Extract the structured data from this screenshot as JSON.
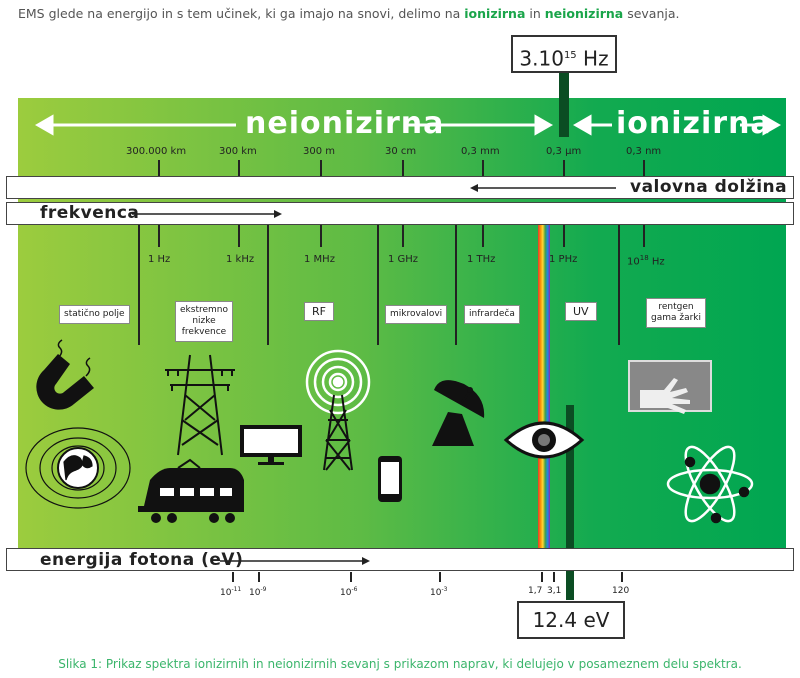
{
  "intro": {
    "before": "EMS glede na energijo in s tem učinek, ki ga imajo na snovi, delimo na ",
    "ionizing": "ionizirna",
    "middle": " in ",
    "nonionizing": "neionizirna",
    "after": " sevanja."
  },
  "frequency_box": {
    "base": "3.10",
    "exp": "15",
    "unit": " Hz"
  },
  "energy_box": "12.4 eV",
  "regions": {
    "nonionizing": "neionizirna",
    "ionizing": "ionizirna"
  },
  "bars": {
    "wavelength": "valovna dolžina",
    "frequency": "frekvenca",
    "energy": "energija fotona (eV)"
  },
  "wavelength_ticks": [
    "300.000 km",
    "300 km",
    "300 m",
    "30 cm",
    "0,3 mm",
    "0,3 µm",
    "0,3 nm"
  ],
  "frequency_ticks": [
    "1 Hz",
    "1 kHz",
    "1 MHz",
    "1 GHz",
    "1 THz",
    "1 PHz"
  ],
  "freq_last": {
    "base": "10",
    "exp": "18",
    "unit": " Hz"
  },
  "categories": [
    "statično polje",
    "ekstremno\nnizke\nfrekvence",
    "RF",
    "mikrovalovi",
    "infrardeča",
    "UV",
    "rentgen\ngama žarki"
  ],
  "energy_ticks": [
    {
      "base": "10",
      "exp": "-11"
    },
    {
      "base": "10",
      "exp": "-9"
    },
    {
      "base": "10",
      "exp": "-6"
    },
    {
      "base": "10",
      "exp": "-3"
    }
  ],
  "energy_ticks_plain": [
    "1,7",
    "3,1",
    "120"
  ],
  "caption": "Slika 1: Prikaz spektra ionizirnih in neionizirnih sevanj s prikazom naprav, ki delujejo v posameznem delu spektra.",
  "colors": {
    "green_dark": "#00a651",
    "green_light": "#9ccc3e",
    "marker": "#0b4d23"
  }
}
